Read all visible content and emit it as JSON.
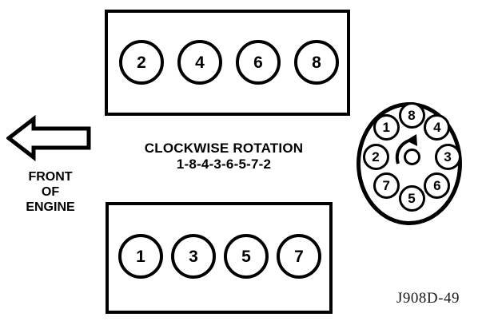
{
  "diagram": {
    "title_lines": {
      "rotation": "CLOCKWISE ROTATION",
      "firing_order": "1-8-4-3-6-5-7-2"
    },
    "front_of_engine": {
      "line1": "FRONT",
      "line2": "OF",
      "line3": "ENGINE",
      "arrow_direction": "left"
    },
    "banks": [
      {
        "name": "top-bank",
        "cylinders": [
          "2",
          "4",
          "6",
          "8"
        ]
      },
      {
        "name": "bottom-bank",
        "cylinders": [
          "1",
          "3",
          "5",
          "7"
        ]
      }
    ],
    "distributor_cap": {
      "rotation": "clockwise",
      "terminals": [
        {
          "label": "8",
          "angle_deg": 0
        },
        {
          "label": "4",
          "angle_deg": 45
        },
        {
          "label": "3",
          "angle_deg": 90
        },
        {
          "label": "6",
          "angle_deg": 135
        },
        {
          "label": "5",
          "angle_deg": 180
        },
        {
          "label": "7",
          "angle_deg": 225
        },
        {
          "label": "2",
          "angle_deg": 270
        },
        {
          "label": "1",
          "angle_deg": 315
        }
      ]
    },
    "reference_code": "J908D-49",
    "colors": {
      "ink": "#000000",
      "background": "#ffffff"
    }
  }
}
